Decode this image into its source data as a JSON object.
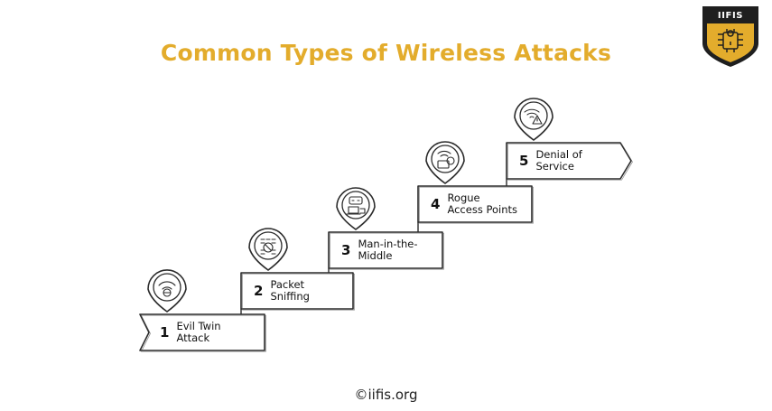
{
  "title": "Common Types of Wireless Attacks",
  "brand": {
    "badge_text": "IIFIS",
    "accent": "#E3AC2C",
    "badge_dark": "#1F1F1F"
  },
  "steps": [
    {
      "num": "1",
      "label": "Evil Twin\nAttack",
      "icon": "incognito-wifi-icon"
    },
    {
      "num": "2",
      "label": "Packet\nSniffing",
      "icon": "binary-bug-icon"
    },
    {
      "num": "3",
      "label": "Man-in-the-\nMiddle",
      "icon": "hacker-laptop-icon"
    },
    {
      "num": "4",
      "label": "Rogue\nAccess Points",
      "icon": "wifi-alert-device-icon"
    },
    {
      "num": "5",
      "label": "Denial of\nService",
      "icon": "wifi-warning-icon"
    }
  ],
  "footer": "©iifis.org"
}
